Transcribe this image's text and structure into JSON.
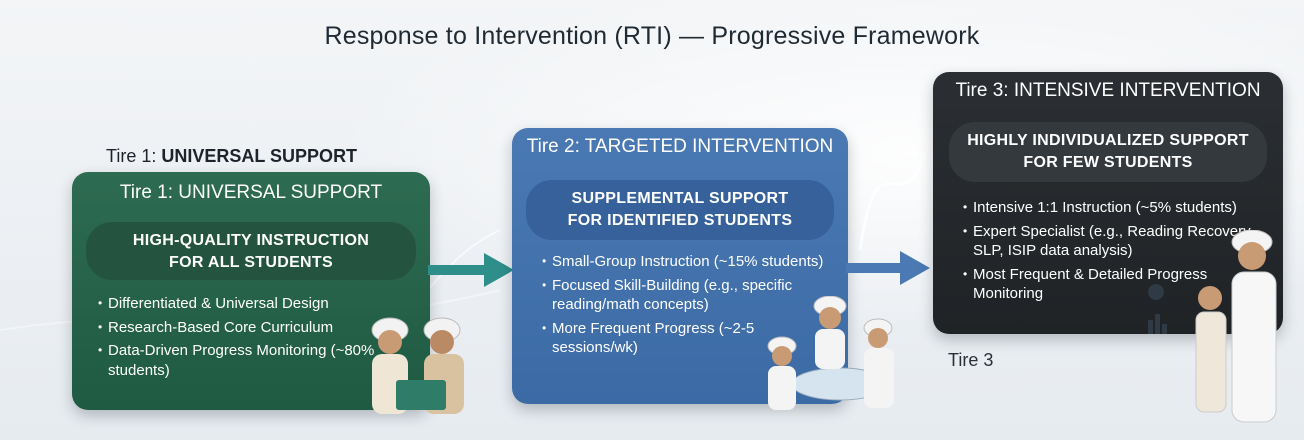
{
  "title": "Response to Intervention (RTI) — Progressive Framework",
  "tier1_outside_label": {
    "prefix": "Tire 1:",
    "name": "UNIVERSAL SUPPORT"
  },
  "tiers": [
    {
      "header": "Tire 1: UNIVERSAL SUPPORT",
      "pill_lines": [
        "HIGH-QUALITY INSTRUCTION",
        "FOR ALL STUDENTS"
      ],
      "bullets": [
        "Differentiated & Universal Design",
        "Research-Based Core Curriculum",
        "Data-Driven Progress Monitoring (~80% students)"
      ],
      "color": "#25604a"
    },
    {
      "header": "Tire 2: TARGETED INTERVENTION",
      "pill_lines": [
        "SUPPLEMENTAL SUPPORT",
        "FOR IDENTIFIED STUDENTS"
      ],
      "bullets": [
        "Small-Group Instruction (~15% students)",
        "Focused Skill-Building (e.g., specific reading/math concepts)",
        "More Frequent Progress (~2-5 sessions/wk)"
      ],
      "color": "#3f6ea9"
    },
    {
      "header": "Tire 3: INTENSIVE INTERVENTION",
      "pill_lines": [
        "HIGHLY INDIVIDUALIZED SUPPORT",
        "FOR FEW STUDENTS"
      ],
      "bullets": [
        "Intensive 1:1 Instruction (~5% students)",
        "Expert Specialist (e.g., Reading Recovery, SLP, ISIP data analysis)",
        "Most Frequent & Detailed Progress Monitoring"
      ],
      "color": "#24282c"
    }
  ],
  "tier3_outside_label": "Tire 3",
  "arrow_color": "#2e8f8a"
}
